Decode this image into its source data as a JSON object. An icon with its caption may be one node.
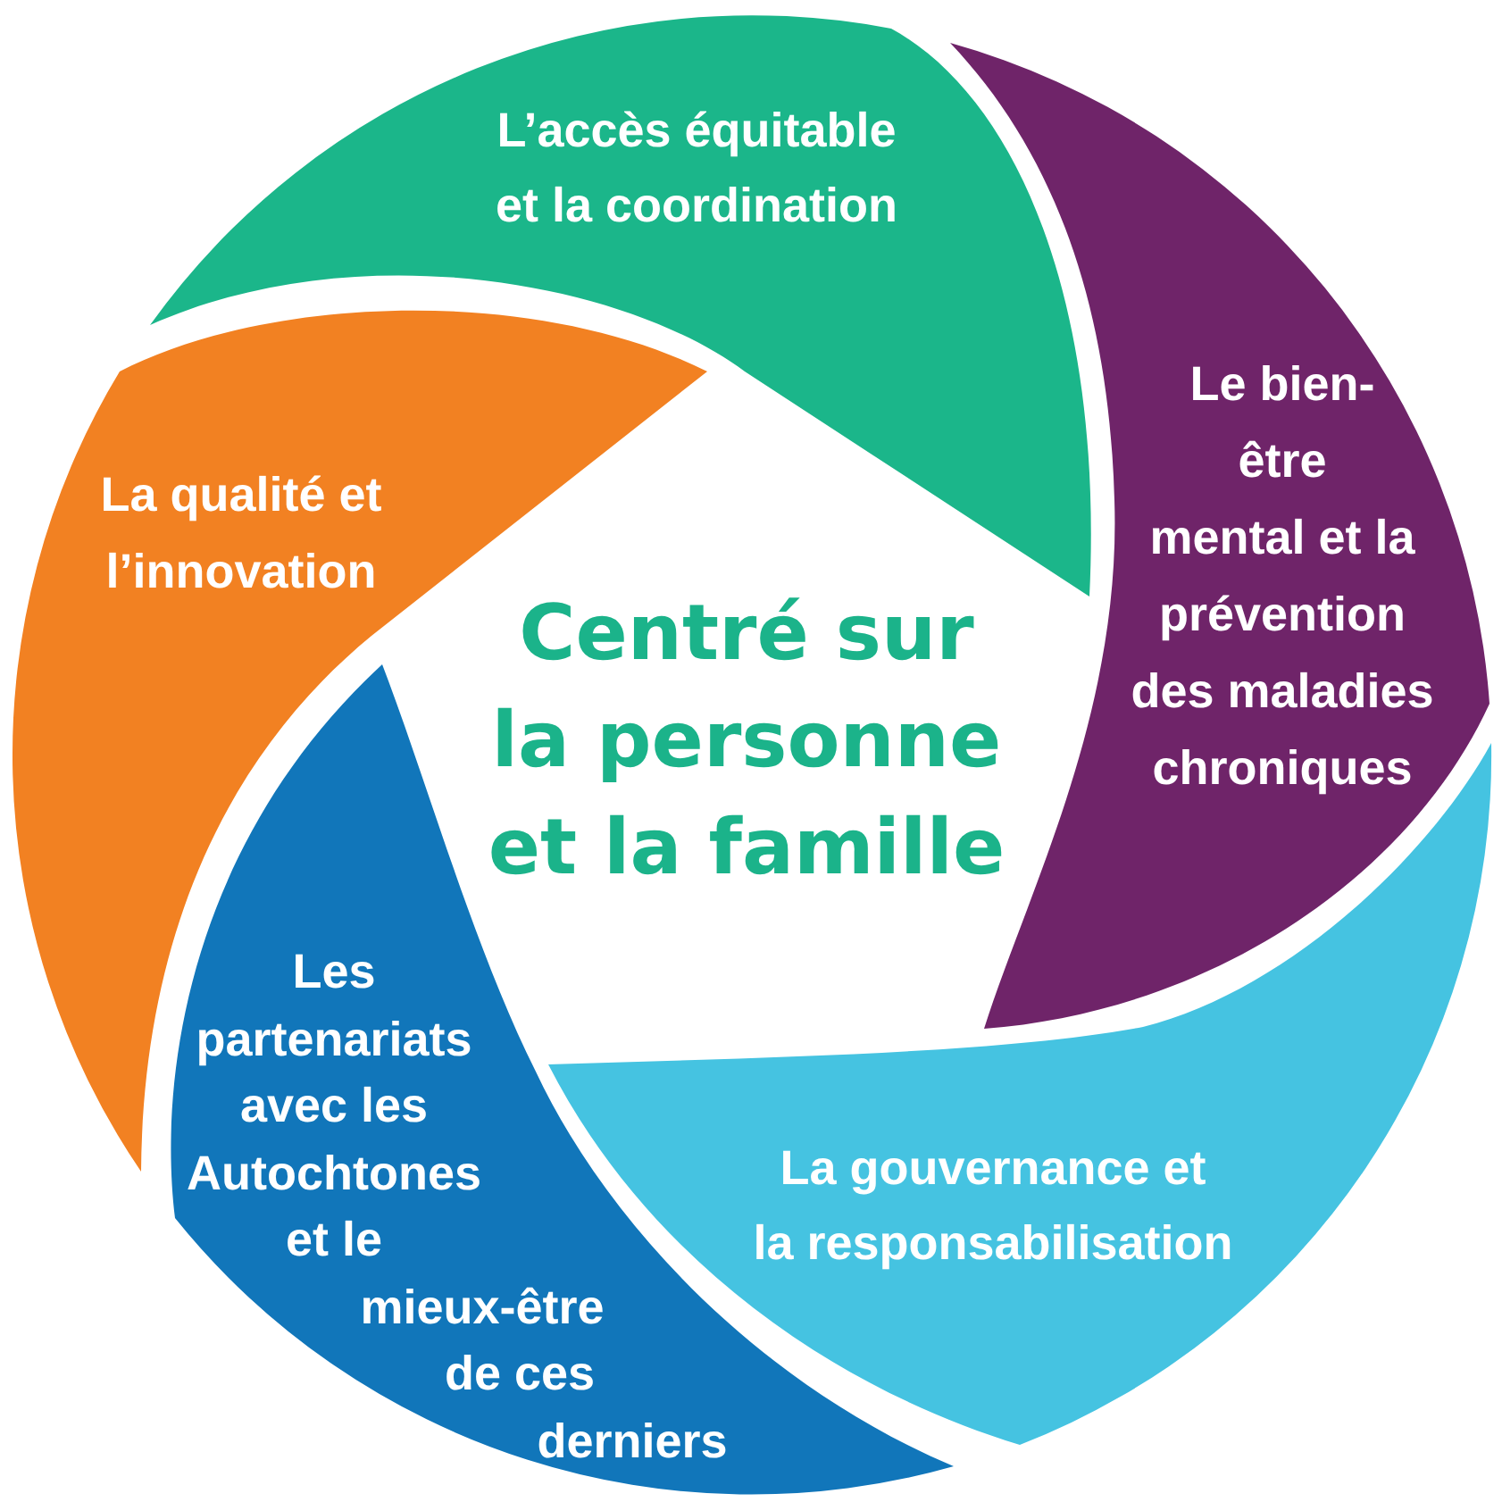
{
  "diagram": {
    "nodes": [
      {
        "text": [
          "L’accès équitable et la coordination"
        ]
      },
      {
        "text": [
          "Le bien-être mental et la prévention des maladies chroniques"
        ]
      },
      {
        "text": [
          "La gouvernance et la responsabilisation"
        ]
      },
      {
        "text": [
          "Les partenariats avec les Autochtones et le mieux-être de ces derniers"
        ]
      },
      {
        "text": [
          "La qualité et l’innovation"
        ]
      }
    ],
    "labels": [
      "Centré sur la personne et la famille"
    ]
  }
}
